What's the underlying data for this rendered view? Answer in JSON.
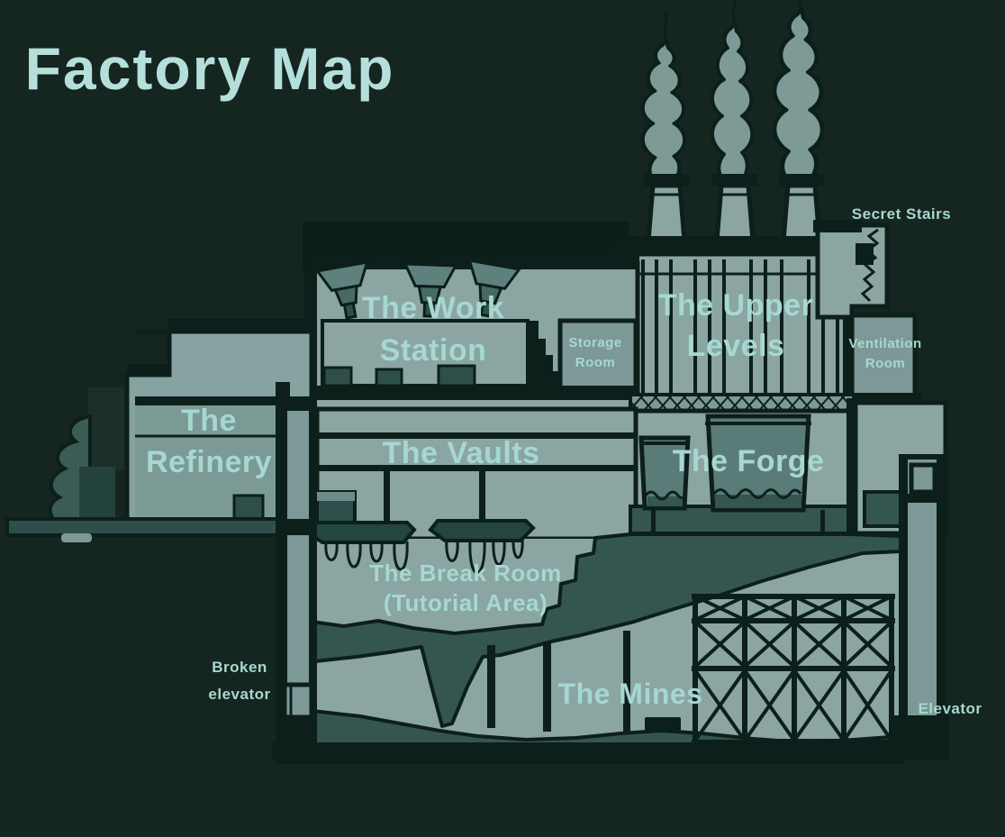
{
  "title": {
    "line1": "Factory",
    "line2": "Map"
  },
  "regions": {
    "secret_stairs": {
      "name": "Secret Stairs",
      "line1": "Secret Stairs"
    },
    "work_station": {
      "name": "The Work Station",
      "line1": "The Work",
      "line2": "Station"
    },
    "storage_room": {
      "name": "Storage Room",
      "line1": "Storage",
      "line2": "Room"
    },
    "upper_levels": {
      "name": "The Upper Levels",
      "line1": "The Upper",
      "line2": "Levels"
    },
    "ventilation_room": {
      "name": "Ventilation Room",
      "line1": "Ventilation",
      "line2": "Room"
    },
    "refinery": {
      "name": "The Refinery",
      "line1": "The",
      "line2": "Refinery"
    },
    "vaults": {
      "name": "The Vaults",
      "line1": "The Vaults"
    },
    "forge": {
      "name": "The Forge",
      "line1": "The Forge"
    },
    "break_room": {
      "name": "The Break Room (Tutorial Area)",
      "line1": "The Break Room",
      "line2": "(Tutorial Area)"
    },
    "broken_elevator": {
      "name": "Broken elevator",
      "line1": "Broken",
      "line2": "elevator"
    },
    "mines": {
      "name": "The Mines",
      "line1": "The Mines"
    },
    "elevator": {
      "name": "Elevator",
      "line1": "Elevator"
    }
  },
  "colors": {
    "background": "#15251f",
    "ink_outline": "#0d1f1a",
    "wall_light": "#8aa5a2",
    "wall_mid": "#7c9997",
    "shade_teal": "#5a7c78",
    "dirt_dark_teal": "#34564f",
    "smoke": "#7d9a97",
    "label_text": "#a6d8d1",
    "title_text": "#b5dfdb"
  }
}
